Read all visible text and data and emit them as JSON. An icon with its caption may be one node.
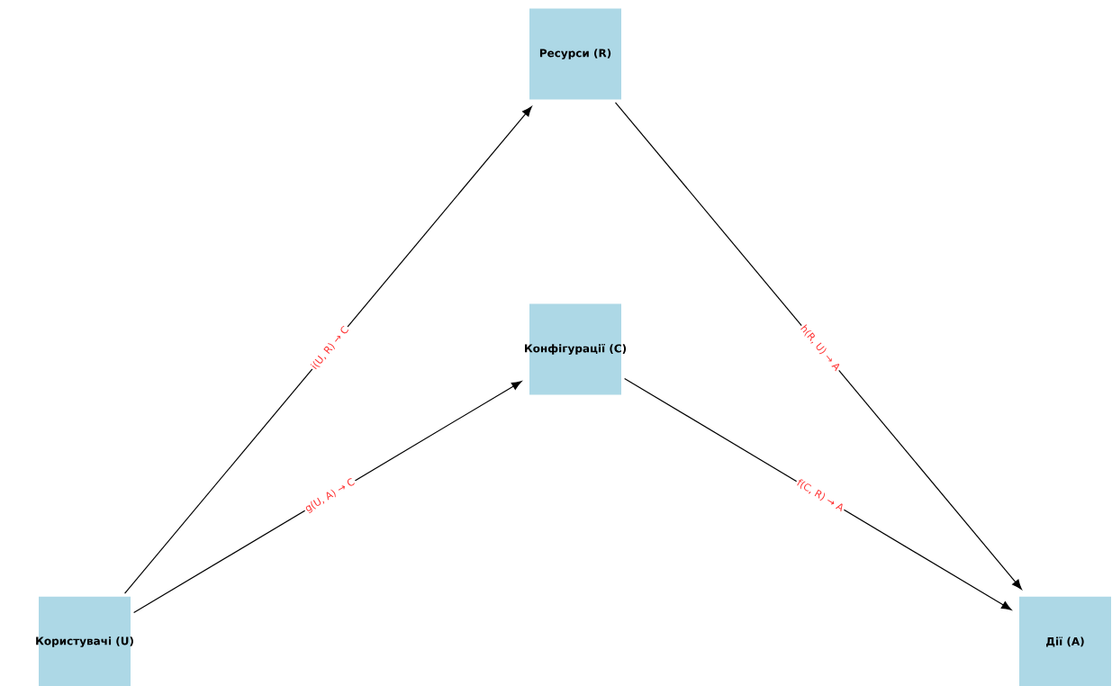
{
  "diagram": {
    "nodes": [
      {
        "text": [
          "Ресурси (R)"
        ]
      },
      {
        "text": [
          "Конфігурації (C)"
        ]
      },
      {
        "text": [
          "Користувачі (U)"
        ]
      },
      {
        "text": [
          "Дії (A)"
        ]
      }
    ],
    "edges": [
      {
        "from": 2,
        "to": 0,
        "arrow": "to",
        "label": "i(U, R) → C"
      },
      {
        "from": 2,
        "to": 1,
        "arrow": "to",
        "label": "g(U, A) → C"
      },
      {
        "from": 0,
        "to": 3,
        "arrow": "to",
        "label": "h(R, U) → A"
      },
      {
        "from": 1,
        "to": 3,
        "arrow": "to",
        "label": "f(C, R) → A"
      }
    ]
  }
}
